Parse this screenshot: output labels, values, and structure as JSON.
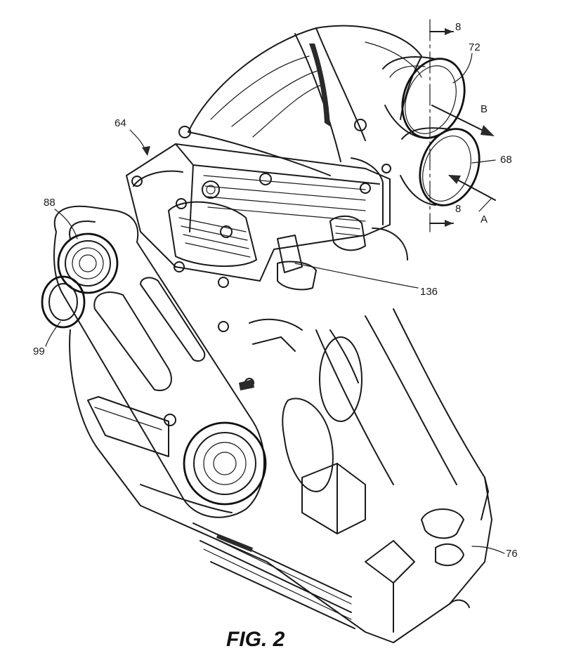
{
  "figure": {
    "caption": "FIG. 2",
    "labels": {
      "section_top": "8",
      "section_bottom": "8",
      "ref_72": "72",
      "ref_64": "64",
      "ref_b": "B",
      "ref_68": "68",
      "ref_a": "A",
      "ref_88": "88",
      "ref_136": "136",
      "ref_99": "99",
      "ref_76": "76"
    },
    "colors": {
      "ink": "#1a1a1a",
      "paper": "#ffffff"
    }
  }
}
